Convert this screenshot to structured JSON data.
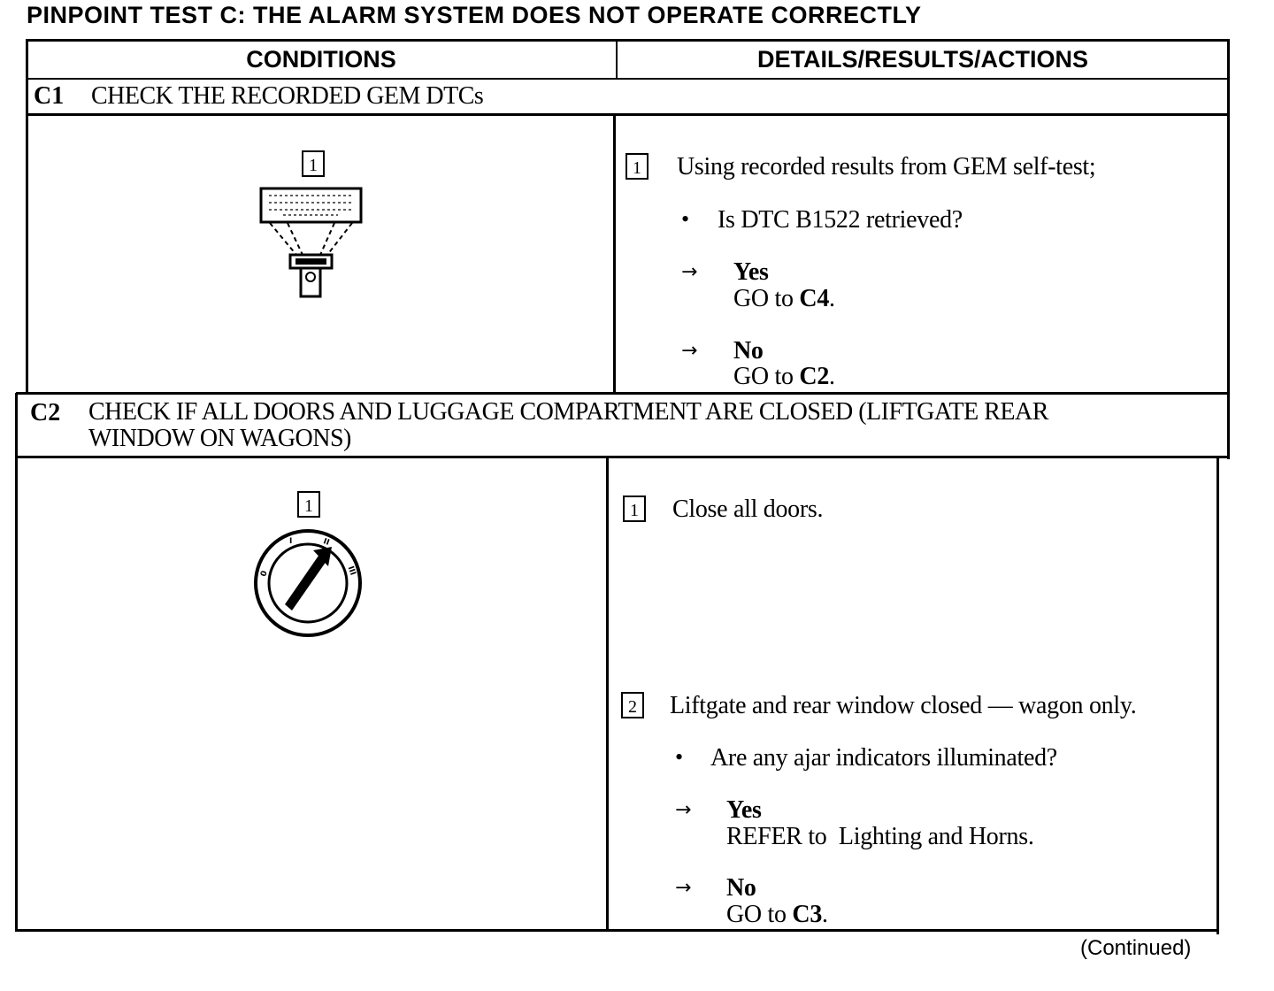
{
  "title": "PINPOINT TEST C: THE ALARM SYSTEM DOES NOT OPERATE CORRECTLY",
  "headers": {
    "conditions": "CONDITIONS",
    "details": "DETAILS/RESULTS/ACTIONS"
  },
  "c1": {
    "id": "C1",
    "title": "CHECK THE RECORDED GEM DTCs",
    "fig_step": "1",
    "step1": {
      "num": "1",
      "text": "Using recorded results from GEM self-test;"
    },
    "question": "Is DTC B1522 retrieved?",
    "yes": {
      "label": "Yes",
      "action_prefix": "GO to ",
      "action_target": "C4",
      "action_suffix": "."
    },
    "no": {
      "label": "No",
      "action_prefix": "GO to ",
      "action_target": "C2",
      "action_suffix": "."
    }
  },
  "c2": {
    "id": "C2",
    "title_line1": "CHECK IF ALL DOORS AND LUGGAGE COMPARTMENT ARE CLOSED (LIFTGATE REAR",
    "title_line2": "WINDOW ON WAGONS)",
    "fig_step": "1",
    "step1": {
      "num": "1",
      "text": "Close all doors."
    },
    "step2": {
      "num": "2",
      "text": "Liftgate and rear window closed — wagon only."
    },
    "question": "Are any ajar indicators illuminated?",
    "yes": {
      "label": "Yes",
      "action": "REFER to  Lighting and Horns."
    },
    "no": {
      "label": "No",
      "action_prefix": "GO to ",
      "action_target": "C3",
      "action_suffix": "."
    }
  },
  "continued": "(Continued)",
  "icons": {
    "arrow": "→",
    "bullet": "•",
    "c1_figure": "scan-tool-connector-icon",
    "c2_figure": "ignition-switch-icon"
  }
}
